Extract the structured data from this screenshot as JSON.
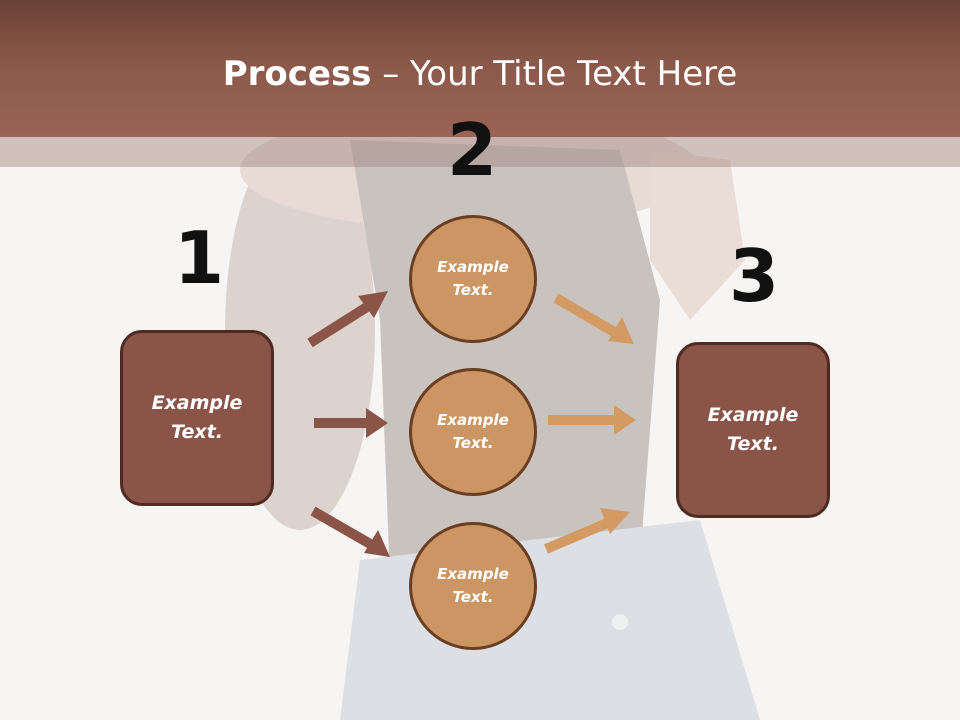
{
  "slide": {
    "title_bold": "Process",
    "title_rest": " – Your Title Text Here"
  },
  "steps": {
    "step1_number": "1",
    "step2_number": "2",
    "step3_number": "3"
  },
  "boxes": {
    "left_text": "Example\nText.",
    "right_text": "Example\nText."
  },
  "circles": [
    {
      "text": "Example\nText."
    },
    {
      "text": "Example\nText."
    },
    {
      "text": "Example\nText."
    }
  ],
  "colors": {
    "header": "#8a5849",
    "box_fill": "#8a5548",
    "circle_fill": "#cc9564",
    "arrow_dark": "#8a5548",
    "arrow_light": "#d49a64"
  }
}
